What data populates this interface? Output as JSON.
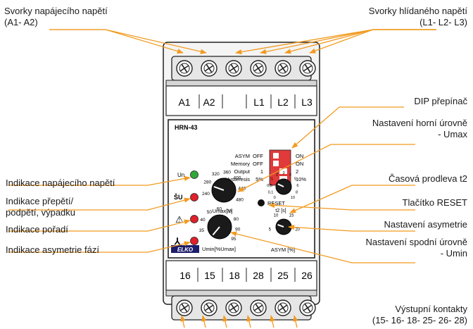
{
  "callouts": {
    "supply_terminals": [
      "Svorky napájecího napětí",
      "(A1- A2)"
    ],
    "monitored_terminals": [
      "Svorky hlídaného napětí",
      "(L1- L2- L3)"
    ],
    "dip_switch": "DIP přepínač",
    "upper_level": [
      "Nastavení horní úrovně",
      "- Umax"
    ],
    "supply_indicator": "Indikace napájecího napětí",
    "over_under_indicator": [
      "Indikace přepětí/",
      "podpětí, výpadku"
    ],
    "time_delay": "Časová prodleva t2",
    "reset_button": "Tlačítko RESET",
    "sequence_indicator": "Indikace pořadí",
    "asym_setting": "Nastavení asymetrie",
    "asym_indicator": "Indikace asymetrie fází",
    "lower_level": [
      "Nastavení spodní úrovně",
      "- Umin"
    ],
    "output_contacts": [
      "Výstupní kontakty",
      "(15- 16- 18- 25- 26- 28)"
    ]
  },
  "device": {
    "top_terminals": [
      "A1",
      "A2",
      "",
      "L1",
      "L2",
      "L3"
    ],
    "bottom_terminals": [
      "16",
      "15",
      "18",
      "28",
      "25",
      "26"
    ],
    "model": "HRN-43",
    "un_label": "Un",
    "dip_rows": [
      {
        "name": "ASYM",
        "off": "OFF",
        "on": "ON"
      },
      {
        "name": "Memory",
        "off": "OFF",
        "on": "ON"
      },
      {
        "name": "Output",
        "off": "1",
        "on": "2"
      },
      {
        "name": "Hysteresis",
        "off": "5%",
        "on": "10%"
      }
    ],
    "umax_knob": {
      "label": "Umax[V]",
      "scale": [
        "240",
        "280",
        "320",
        "360",
        "400",
        "440",
        "480"
      ]
    },
    "umin_knob": {
      "label": "Umin[%Umax]",
      "scale": [
        "35",
        "40",
        "50",
        "60",
        "70",
        "80",
        "90",
        "95"
      ]
    },
    "time_knob": {
      "label": "t2 [s]",
      "scale": [
        "0",
        "0,1",
        "0,5",
        "1",
        "2",
        "3",
        "4",
        "5",
        "6",
        "8",
        "10"
      ]
    },
    "asym_knob": {
      "label": "ASYM [%]",
      "scale": [
        "5",
        "10",
        "15",
        "20"
      ]
    },
    "reset_label": "RESET",
    "logo": "ELKO",
    "led_colors": {
      "green": "#2fa83a",
      "red": "#e0202a"
    }
  }
}
